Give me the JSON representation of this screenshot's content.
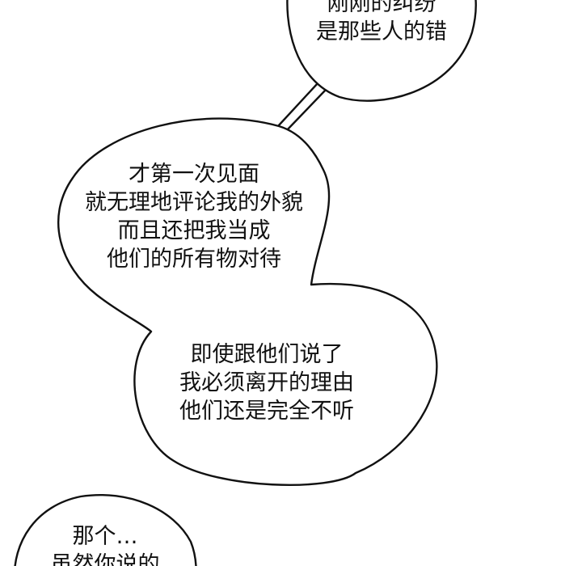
{
  "colors": {
    "background": "#ffffff",
    "outline": "#111111",
    "text": "#111111"
  },
  "bubbles": {
    "top": {
      "lines": [
        "刚刚的纠纷",
        "是那些人的错"
      ]
    },
    "middle_upper": {
      "lines": [
        "才第一次见面",
        "就无理地评论我的外貌",
        "而且还把我当成",
        "他们的所有物对待"
      ]
    },
    "middle_lower": {
      "lines": [
        "即使跟他们说了",
        "我必须离开的理由",
        "他们还是完全不听"
      ]
    },
    "bottom": {
      "lines": [
        "那个…",
        "虽然你说的"
      ]
    }
  }
}
